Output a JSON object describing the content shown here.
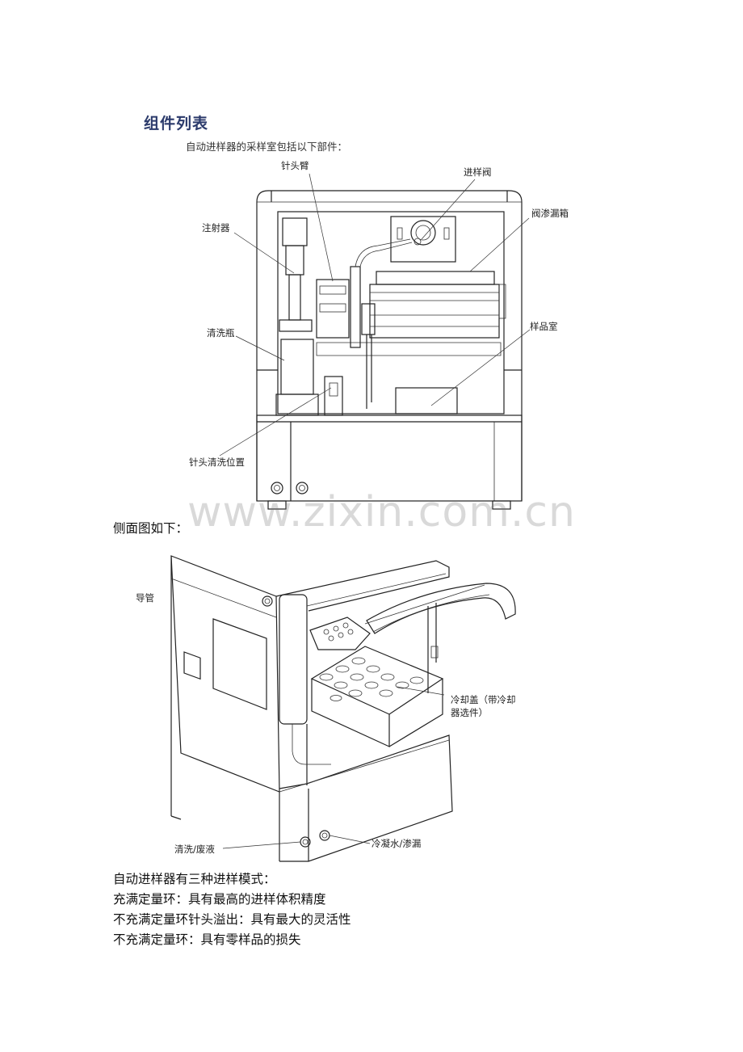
{
  "section_title": "组件列表",
  "intro_text": "自动进样器的采样室包括以下部件：",
  "front_diagram": {
    "labels": {
      "needle_arm": "针头臂",
      "injection_valve": "进样阀",
      "valve_leak_box": "阀渗漏箱",
      "syringe": "注射器",
      "wash_bottle": "清洗瓶",
      "sample_chamber": "样品室",
      "needle_wash_position": "针头清洗位置"
    }
  },
  "watermark": "www.zixin.com.cn",
  "side_view_caption": "侧面图如下：",
  "side_diagram": {
    "labels": {
      "tubing": "导管",
      "cooling_cover_line1": "冷却盖（带冷却",
      "cooling_cover_line2": "器选件）",
      "wash_waste": "清洗/废液",
      "condensate_leak": "冷凝水/渗漏"
    }
  },
  "modes": {
    "heading": "自动进样器有三种进样模式：",
    "items": [
      "充满定量环：具有最高的进样体积精度",
      "不充满定量环针头溢出：具有最大的灵活性",
      "不充满定量环：具有零样品的损失"
    ]
  }
}
